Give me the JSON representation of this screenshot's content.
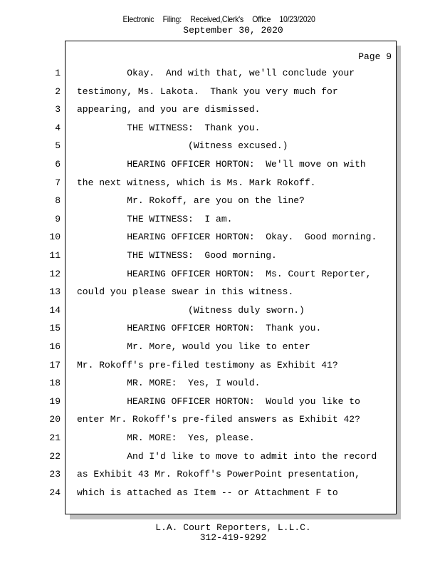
{
  "header": {
    "stamp": [
      "Electronic",
      "Filing:",
      "Received,Clerk's",
      "Office",
      "10/23/2020"
    ],
    "date": "September 30, 2020"
  },
  "transcript": {
    "page_label": "Page 9",
    "lines": [
      {
        "no": "1",
        "text": "         Okay.  And with that, we'll conclude your"
      },
      {
        "no": "2",
        "text": "testimony, Ms. Lakota.  Thank you very much for"
      },
      {
        "no": "3",
        "text": "appearing, and you are dismissed."
      },
      {
        "no": "4",
        "text": "         THE WITNESS:  Thank you."
      },
      {
        "no": "5",
        "text": "                    (Witness excused.)"
      },
      {
        "no": "6",
        "text": "         HEARING OFFICER HORTON:  We'll move on with"
      },
      {
        "no": "7",
        "text": "the next witness, which is Ms. Mark Rokoff."
      },
      {
        "no": "8",
        "text": "         Mr. Rokoff, are you on the line?"
      },
      {
        "no": "9",
        "text": "         THE WITNESS:  I am."
      },
      {
        "no": "10",
        "text": "         HEARING OFFICER HORTON:  Okay.  Good morning."
      },
      {
        "no": "11",
        "text": "         THE WITNESS:  Good morning."
      },
      {
        "no": "12",
        "text": "         HEARING OFFICER HORTON:  Ms. Court Reporter,"
      },
      {
        "no": "13",
        "text": "could you please swear in this witness."
      },
      {
        "no": "14",
        "text": "                    (Witness duly sworn.)"
      },
      {
        "no": "15",
        "text": "         HEARING OFFICER HORTON:  Thank you."
      },
      {
        "no": "16",
        "text": "         Mr. More, would you like to enter"
      },
      {
        "no": "17",
        "text": "Mr. Rokoff's pre-filed testimony as Exhibit 41?"
      },
      {
        "no": "18",
        "text": "         MR. MORE:  Yes, I would."
      },
      {
        "no": "19",
        "text": "         HEARING OFFICER HORTON:  Would you like to"
      },
      {
        "no": "20",
        "text": "enter Mr. Rokoff's pre-filed answers as Exhibit 42?"
      },
      {
        "no": "21",
        "text": "         MR. MORE:  Yes, please."
      },
      {
        "no": "22",
        "text": "         And I'd like to move to admit into the record"
      },
      {
        "no": "23",
        "text": "as Exhibit 43 Mr. Rokoff's PowerPoint presentation,"
      },
      {
        "no": "24",
        "text": "which is attached as Item -- or Attachment F to"
      }
    ]
  },
  "footer": {
    "company": "L.A. Court Reporters, L.L.C.",
    "phone": "312-419-9292"
  }
}
